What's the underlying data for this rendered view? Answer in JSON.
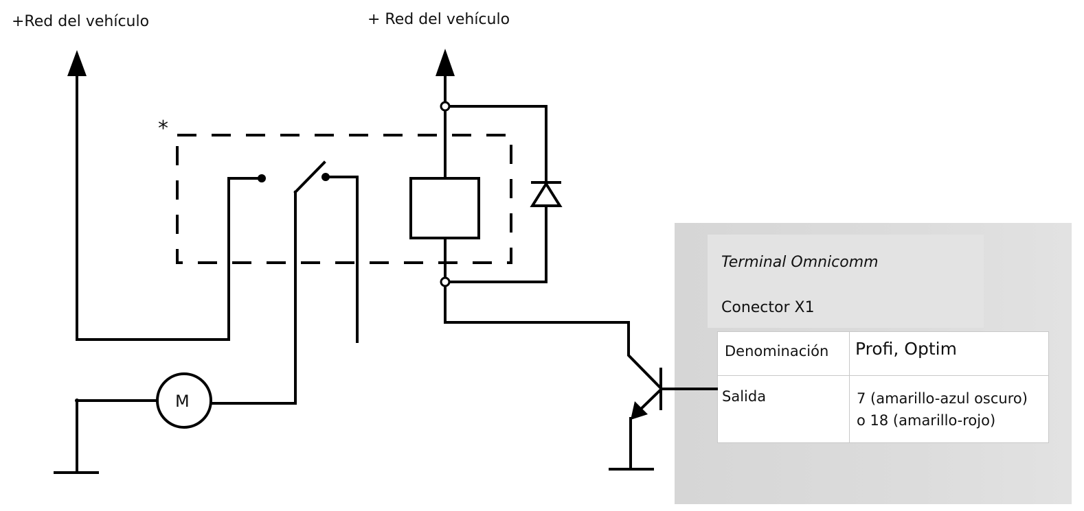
{
  "labels": {
    "supply_left": "+Red del vehículo",
    "supply_right": "+ Red del vehículo",
    "asterisk": "*",
    "motor": "M"
  },
  "terminal": {
    "title": "Terminal Omnicomm",
    "connector": "Conector X1",
    "table": {
      "header": [
        "Denominación",
        "Profi, Optim"
      ],
      "row": {
        "name": "Salida",
        "value_line1": "7 (amarillo-azul oscuro)",
        "value_line2": "o 18 (amarillo-rojo)"
      }
    }
  },
  "colors": {
    "wire": "#000000",
    "panel": "#d9d9d9",
    "table_border": "#c8c8c8"
  }
}
